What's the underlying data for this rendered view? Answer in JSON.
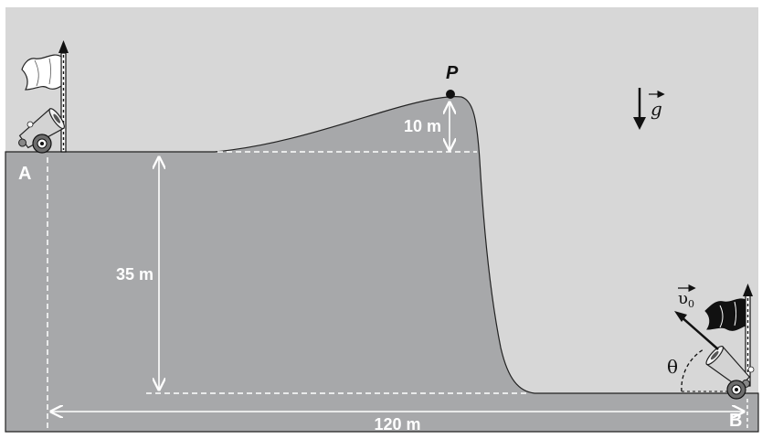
{
  "labels": {
    "point_a": "A",
    "point_b": "B",
    "point_p": "P",
    "hill_height": "10 m",
    "cliff_height": "35 m",
    "horizontal_distance": "120 m",
    "gravity": "g",
    "initial_velocity": "υ",
    "velocity_subscript": "0",
    "angle": "θ"
  },
  "colors": {
    "sky": "#d7d7d7",
    "ground": "#a7a8aa",
    "dimension_lines": "#ffffff",
    "outline": "#111111"
  },
  "icons": {
    "cannon_a": "cannon-icon",
    "cannon_b": "cannon-icon",
    "flag_a": "white-flag-icon",
    "flag_b": "black-flag-icon"
  }
}
